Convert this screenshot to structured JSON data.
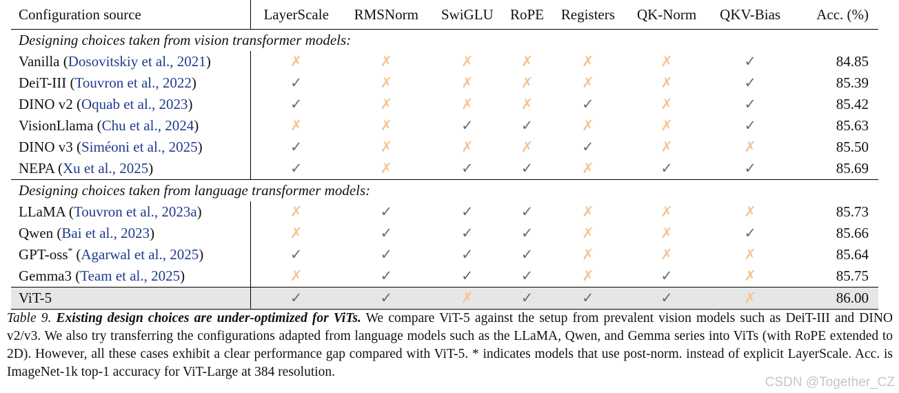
{
  "table": {
    "headers": [
      "Configuration source",
      "LayerScale",
      "RMSNorm",
      "SwiGLU",
      "RoPE",
      "Registers",
      "QK-Norm",
      "QKV-Bias",
      "Acc. (%)"
    ],
    "sections": [
      {
        "title": "Designing choices taken from vision transformer models:",
        "rows": [
          {
            "name": "Vanilla",
            "sup": "",
            "cite": "Dosovitskiy et al., 2021",
            "marks": [
              false,
              false,
              false,
              false,
              false,
              false,
              true
            ],
            "acc": "84.85"
          },
          {
            "name": "DeiT-III",
            "sup": "",
            "cite": "Touvron et al., 2022",
            "marks": [
              true,
              false,
              false,
              false,
              false,
              false,
              true
            ],
            "acc": "85.39"
          },
          {
            "name": "DINO v2",
            "sup": "",
            "cite": "Oquab et al., 2023",
            "marks": [
              true,
              false,
              false,
              false,
              true,
              false,
              true
            ],
            "acc": "85.42"
          },
          {
            "name": "VisionLlama",
            "sup": "",
            "cite": "Chu et al., 2024",
            "marks": [
              false,
              false,
              true,
              true,
              false,
              false,
              true
            ],
            "acc": "85.63"
          },
          {
            "name": "DINO v3",
            "sup": "",
            "cite": "Siméoni et al., 2025",
            "marks": [
              true,
              false,
              false,
              false,
              true,
              false,
              false
            ],
            "acc": "85.50"
          },
          {
            "name": "NEPA",
            "sup": "",
            "cite": "Xu et al., 2025",
            "marks": [
              true,
              false,
              true,
              true,
              false,
              true,
              true
            ],
            "acc": "85.69"
          }
        ]
      },
      {
        "title": "Designing choices taken from language transformer models:",
        "rows": [
          {
            "name": "LLaMA",
            "sup": "",
            "cite": "Touvron et al., 2023a",
            "marks": [
              false,
              true,
              true,
              true,
              false,
              false,
              false
            ],
            "acc": "85.73"
          },
          {
            "name": "Qwen",
            "sup": "",
            "cite": "Bai et al., 2023",
            "marks": [
              false,
              true,
              true,
              true,
              false,
              false,
              true
            ],
            "acc": "85.66"
          },
          {
            "name": "GPT-oss",
            "sup": "*",
            "cite": "Agarwal et al., 2025",
            "marks": [
              true,
              true,
              true,
              true,
              false,
              false,
              false
            ],
            "acc": "85.64"
          },
          {
            "name": "Gemma3",
            "sup": "",
            "cite": "Team et al., 2025",
            "marks": [
              false,
              true,
              true,
              true,
              false,
              true,
              false
            ],
            "acc": "85.75"
          }
        ]
      }
    ],
    "ours": {
      "name": "ViT-5",
      "marks": [
        true,
        true,
        false,
        true,
        true,
        true,
        false
      ],
      "acc": "86.00"
    },
    "check_glyph": "✓",
    "cross_glyph": "✗"
  },
  "caption": {
    "label": "Table 9.",
    "title": "Existing design choices are under-optimized for ViTs.",
    "body": "We compare ViT-5 against the setup from prevalent vision models such as DeiT-III and DINO v2/v3. We also try transferring the configurations adapted from language models such as the LLaMA, Qwen, and Gemma series into ViTs (with RoPE extended to 2D). However, all these cases exhibit a clear performance gap compared with ViT-5. * indicates models that use post-norm. instead of explicit LayerScale. Acc. is ImageNet-1k top-1 accuracy for ViT-Large at 384 resolution."
  },
  "watermark": "CSDN @Together_CZ",
  "colors": {
    "citation": "#1f3a8f",
    "check": "#6b6b6b",
    "cross": "#f6c392",
    "highlight_row": "#e6e6e6"
  }
}
